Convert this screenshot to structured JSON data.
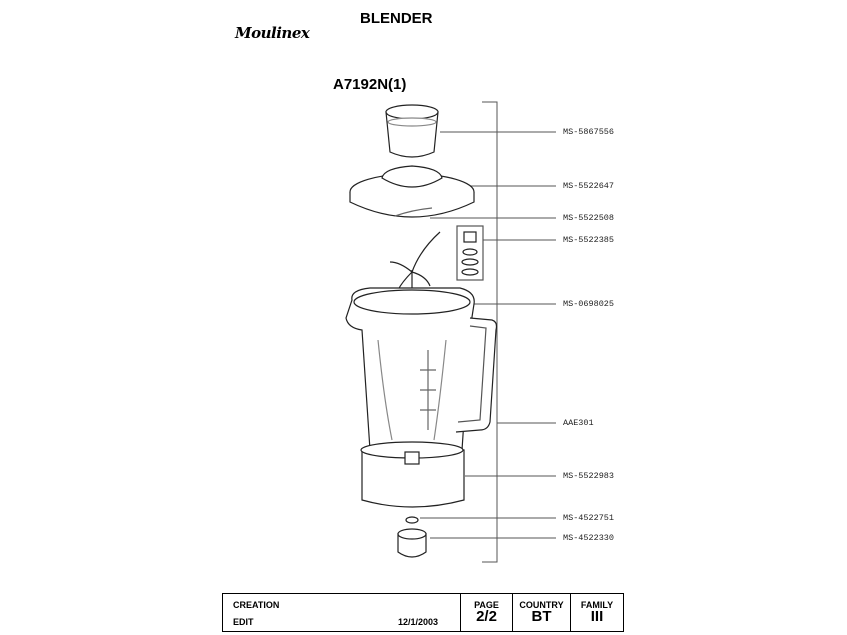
{
  "header": {
    "brand": "Moulinex",
    "title": "BLENDER",
    "model": "A7192N(1)"
  },
  "parts": [
    {
      "ref": "MS-5867556"
    },
    {
      "ref": "MS-5522647"
    },
    {
      "ref": "MS-5522508"
    },
    {
      "ref": "MS-5522385"
    },
    {
      "ref": "MS-0698025"
    },
    {
      "ref": "AAE301"
    },
    {
      "ref": "MS-5522983"
    },
    {
      "ref": "MS-4522751"
    },
    {
      "ref": "MS-4522330"
    }
  ],
  "footer": {
    "creation_label": "CREATION",
    "edit_label": "EDIT",
    "edit_date": "12/1/2003",
    "page_label": "PAGE",
    "page_value": "2/2",
    "country_label": "COUNTRY",
    "country_value": "BT",
    "family_label": "FAMILY",
    "family_value": "III"
  }
}
